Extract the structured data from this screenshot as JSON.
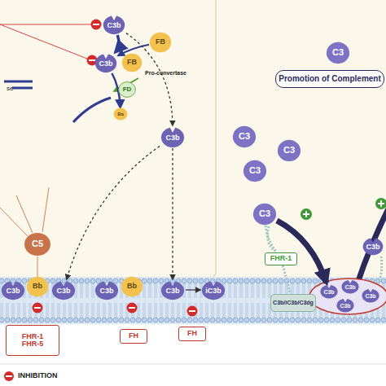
{
  "diagram": {
    "nodes": [
      {
        "text": [
          "C3b"
        ]
      },
      {
        "text": [
          "C3b"
        ]
      },
      {
        "text": [
          "FB"
        ]
      },
      {
        "text": [
          "FB"
        ]
      },
      {
        "text": [
          "FD"
        ]
      },
      {
        "text": [
          "Ba"
        ]
      },
      {
        "text": [
          "C3b"
        ]
      },
      {
        "text": [
          "C5"
        ]
      },
      {
        "text": [
          "C3b"
        ]
      },
      {
        "text": [
          "Bb"
        ]
      },
      {
        "text": [
          "C3b"
        ]
      },
      {
        "text": [
          "FHR-1",
          "FHR-5"
        ]
      },
      {
        "text": [
          "C3b"
        ]
      },
      {
        "text": [
          "Bb"
        ]
      },
      {
        "text": [
          "FH"
        ]
      },
      {
        "text": [
          "C3b"
        ]
      },
      {
        "text": [
          "iC3b"
        ]
      },
      {
        "text": [
          "FH"
        ]
      },
      {
        "text": [
          "C3"
        ]
      },
      {
        "text": [
          "C3"
        ]
      },
      {
        "text": [
          "C3"
        ]
      },
      {
        "text": [
          "C3"
        ]
      },
      {
        "text": [
          "C3"
        ]
      },
      {
        "text": [
          "Promotion of Complement"
        ]
      },
      {
        "text": [
          "FHR-1"
        ]
      },
      {
        "text": [
          "C3b/iC3b/C3dg"
        ]
      },
      {
        "text": [
          "C3b"
        ]
      },
      {
        "text": [
          "C3b"
        ]
      },
      {
        "text": [
          "C3b"
        ]
      },
      {
        "text": [
          "C3b"
        ]
      },
      {
        "text": [
          "C3b"
        ]
      }
    ],
    "edges": [
      {
        "from": 0,
        "to": 1,
        "arrow": "to"
      },
      {
        "from": 3,
        "to": 1,
        "arrow": "to"
      },
      {
        "from": 1,
        "to": 5,
        "arrow": "to"
      },
      {
        "from": 0,
        "to": 6,
        "arrow": "to"
      },
      {
        "from": 6,
        "to": 10,
        "arrow": "to"
      },
      {
        "from": 6,
        "to": 15,
        "arrow": "to"
      },
      {
        "from": 15,
        "to": 16,
        "arrow": "to"
      },
      {
        "from": 22,
        "to": 24,
        "arrow": "none"
      },
      {
        "from": 22,
        "to": 26,
        "arrow": "to"
      },
      {
        "from": 24,
        "to": 25,
        "arrow": "none"
      }
    ],
    "labels": [
      "se",
      "Pro-convertase"
    ],
    "legend": [
      {
        "text": "INHIBITION"
      }
    ]
  }
}
